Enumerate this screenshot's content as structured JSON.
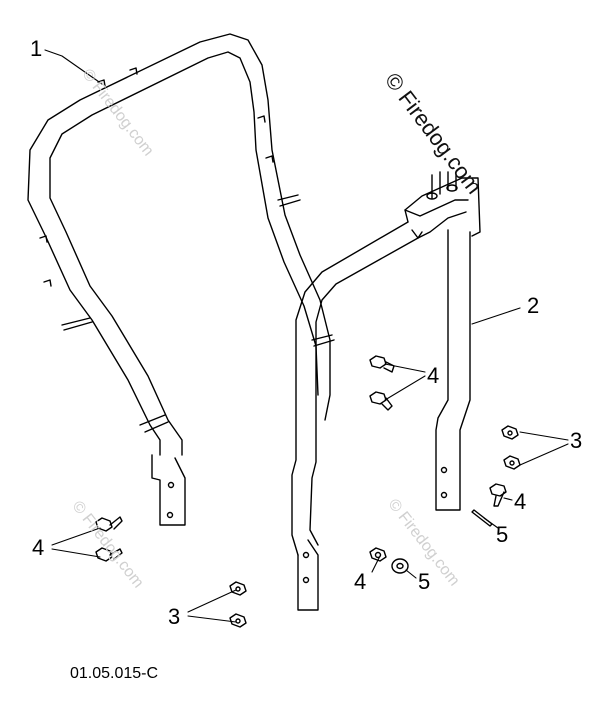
{
  "diagram": {
    "callouts": [
      "1",
      "2",
      "3",
      "4",
      "5"
    ],
    "part_code": "01.05.015-C",
    "watermark": "© Firedog.com",
    "colors": {
      "line": "#000000",
      "watermark_light": "#d0d0d0",
      "watermark_dark": "#111111"
    }
  }
}
